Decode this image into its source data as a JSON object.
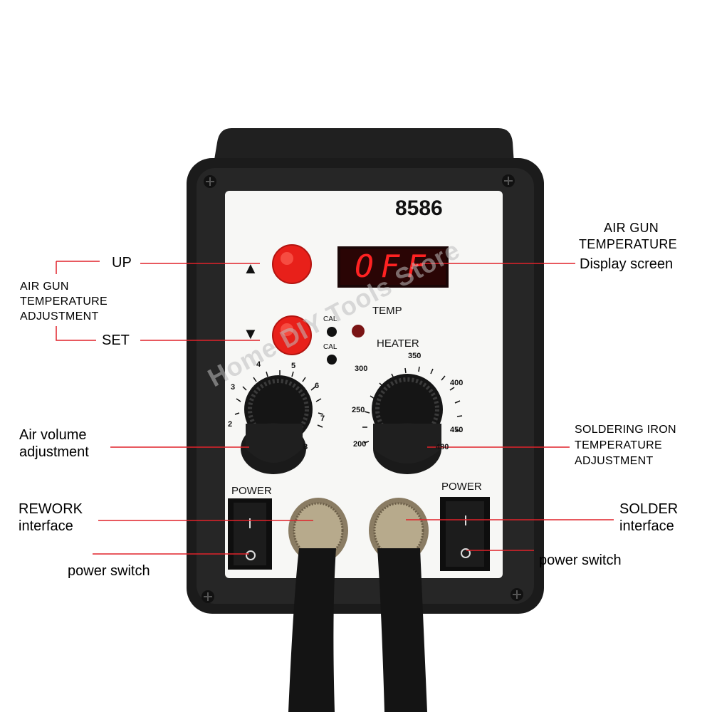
{
  "model": "8586",
  "display_text": "OFF",
  "labels": {
    "up": "UP",
    "set": "SET",
    "air_gun_adj": [
      "AIR GUN",
      "TEMPERATURE",
      "ADJUSTMENT"
    ],
    "air_gun_display": [
      "AIR GUN",
      "TEMPERATURE",
      "Display screen"
    ],
    "air_volume": [
      "Air volume",
      "adjustment"
    ],
    "soldering_iron": [
      "SOLDERING IRON",
      "TEMPERATURE",
      "ADJUSTMENT"
    ],
    "rework": [
      "REWORK",
      "interface"
    ],
    "solder": [
      "SOLDER",
      "interface"
    ],
    "power_switch_left": "power switch",
    "power_switch_right": "power switch"
  },
  "panel": {
    "temp": "TEMP",
    "heater": "HEATER",
    "cal_1": "CAL",
    "cal_2": "CAL",
    "power_left": "POWER",
    "power_right": "POWER",
    "up_arrow": "▲",
    "down_arrow": "▼"
  },
  "air_dial_scale": [
    "2",
    "3",
    "4",
    "5",
    "6",
    "7",
    "8"
  ],
  "temp_dial_scale": [
    "200",
    "250",
    "300",
    "350",
    "400",
    "450",
    "480"
  ],
  "watermark": "Home DIY Tools Store",
  "colors": {
    "button_red": "#e8201a",
    "leader_line": "#e0222a",
    "body_black": "#1b1b1b",
    "display_red": "#ff2222"
  }
}
